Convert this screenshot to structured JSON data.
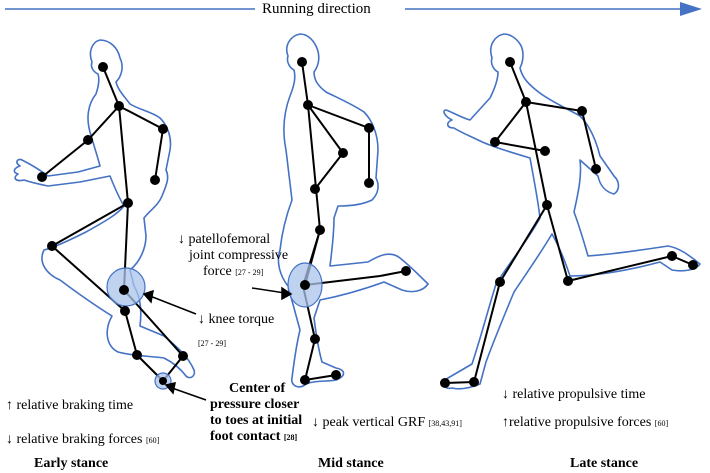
{
  "header": {
    "direction_label": "Running direction",
    "arrow_color": "#4472C4"
  },
  "colors": {
    "outline": "#4472C4",
    "joint_highlight": "#A9C4EC",
    "skeleton": "#000000"
  },
  "stages": [
    {
      "label": "Early stance"
    },
    {
      "label": "Mid stance"
    },
    {
      "label": "Late stance"
    }
  ],
  "annotations": {
    "patello": {
      "line1": "↓ patellofemoral",
      "line2": "joint compressive",
      "line3": "force",
      "ref": "[27 - 29]"
    },
    "knee_torque": {
      "text": "↓ knee torque",
      "ref": "[27 - 29]"
    },
    "center_pressure": {
      "line1": "Center of",
      "line2": "pressure closer",
      "line3": "to toes at initial",
      "line4": "foot contact",
      "ref": "[28]"
    },
    "braking_time": "↑ relative braking time",
    "braking_forces": {
      "text": "↓ relative braking forces",
      "ref": "[60]"
    },
    "peak_grf": {
      "text": "↓ peak vertical GRF",
      "ref": "[38,43,91]"
    },
    "propulsive_time": "↓ relative propulsive time",
    "propulsive_forces": {
      "text": "↑relative propulsive forces",
      "ref": "[60]"
    }
  }
}
